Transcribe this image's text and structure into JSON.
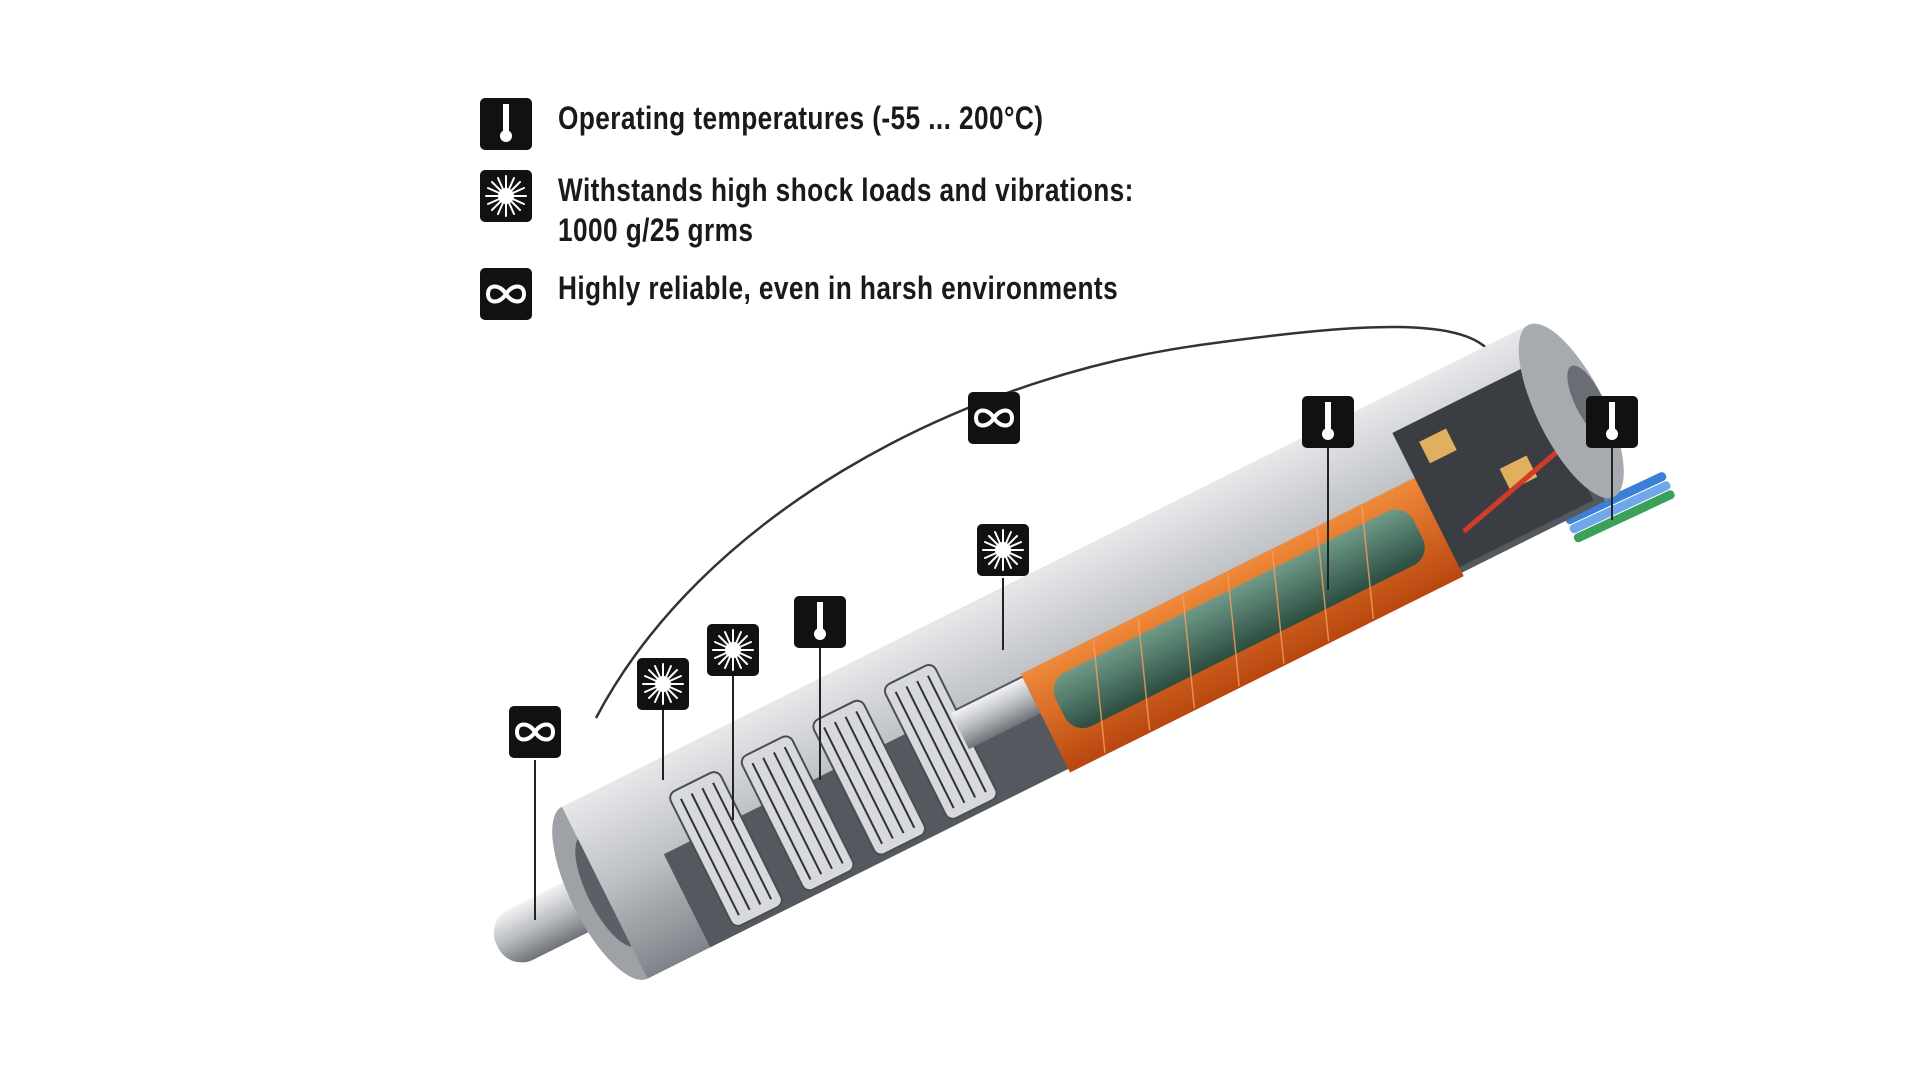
{
  "features": [
    {
      "icon": "thermometer-icon",
      "lines": [
        "Operating temperatures (-55 ... 200°C)"
      ]
    },
    {
      "icon": "shock-burst-icon",
      "lines": [
        "Withstands high shock loads and vibrations:",
        "1000 g/25 grms"
      ]
    },
    {
      "icon": "infinity-icon",
      "lines": [
        "Highly reliable, even in harsh environments"
      ]
    }
  ],
  "colors": {
    "icon_bg": "#111111",
    "text": "#1a1a1a",
    "housing": "#c9cbcf",
    "winding": "#e0621c",
    "rotor": "#3f6e5c",
    "wire_blue": "#3b7fd6",
    "wire_green": "#3aa05a"
  },
  "diagram_markers": [
    {
      "icon": "infinity-icon",
      "points_to": "output-shaft"
    },
    {
      "icon": "shock-burst-icon",
      "points_to": "front-bearing"
    },
    {
      "icon": "shock-burst-icon",
      "points_to": "planetary-gear-stage-1"
    },
    {
      "icon": "thermometer-icon",
      "points_to": "planetary-gear-stages"
    },
    {
      "icon": "shock-burst-icon",
      "points_to": "motor-housing"
    },
    {
      "icon": "infinity-icon",
      "points_to": "full-assembly"
    },
    {
      "icon": "thermometer-icon",
      "points_to": "motor-winding"
    },
    {
      "icon": "thermometer-icon",
      "points_to": "cable-outlet"
    }
  ]
}
